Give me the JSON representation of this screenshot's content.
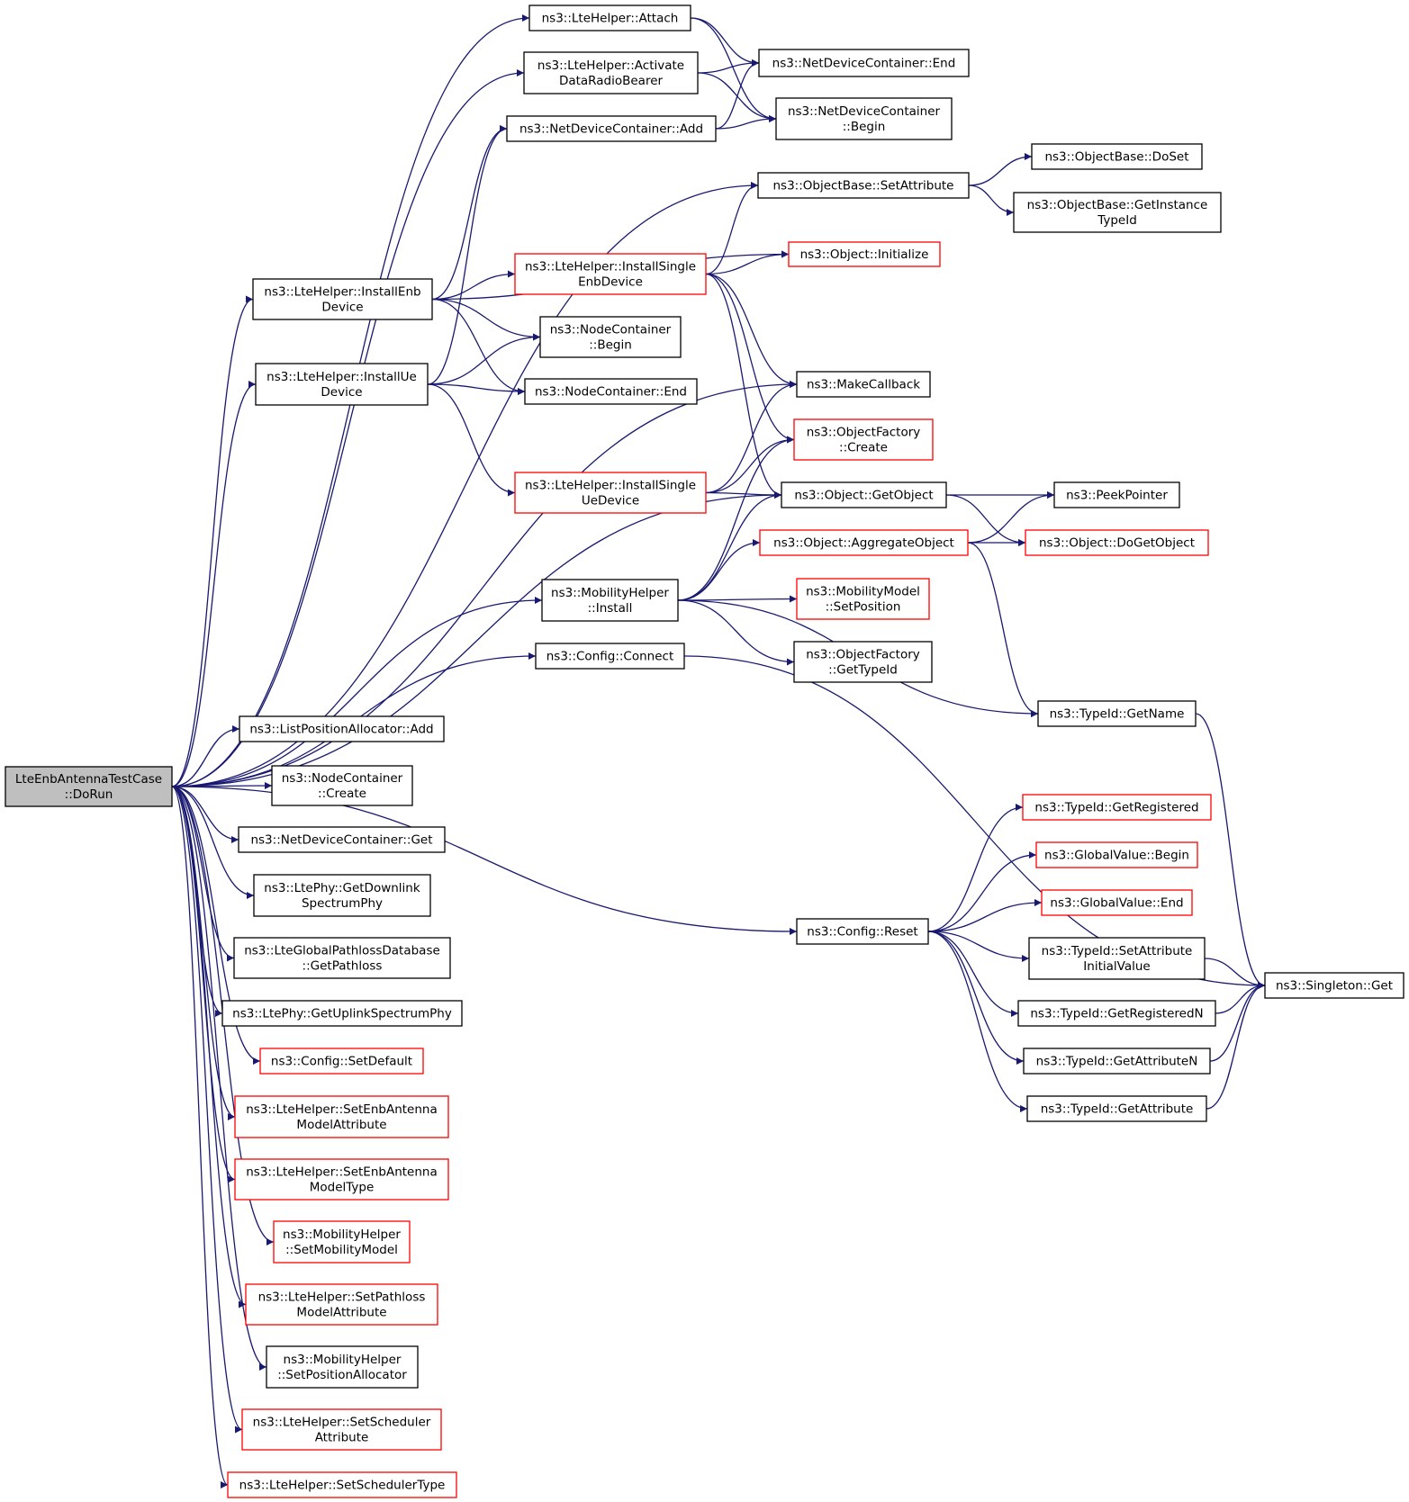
{
  "graph": {
    "root": "LteEnbAntennaTestCase::DoRun",
    "colors": {
      "edge": "#191970",
      "root_fill": "#bfbfbf",
      "node_border": "#000000",
      "truncated_border": "#ff0000"
    },
    "nodes": [
      {
        "id": "root",
        "lines": [
          "LteEnbAntennaTestCase",
          "::DoRun"
        ],
        "status": "root"
      },
      {
        "id": "attach",
        "lines": [
          "ns3::LteHelper::Attach"
        ],
        "status": "normal"
      },
      {
        "id": "activate",
        "lines": [
          "ns3::LteHelper::Activate",
          "DataRadioBearer"
        ],
        "status": "normal"
      },
      {
        "id": "ndcadd",
        "lines": [
          "ns3::NetDeviceContainer::Add"
        ],
        "status": "normal"
      },
      {
        "id": "ndcend",
        "lines": [
          "ns3::NetDeviceContainer::End"
        ],
        "status": "normal"
      },
      {
        "id": "ndcbegin",
        "lines": [
          "ns3::NetDeviceContainer",
          "::Begin"
        ],
        "status": "normal"
      },
      {
        "id": "setattr",
        "lines": [
          "ns3::ObjectBase::SetAttribute"
        ],
        "status": "normal"
      },
      {
        "id": "doset",
        "lines": [
          "ns3::ObjectBase::DoSet"
        ],
        "status": "normal"
      },
      {
        "id": "getinst",
        "lines": [
          "ns3::ObjectBase::GetInstance",
          "TypeId"
        ],
        "status": "normal"
      },
      {
        "id": "instenb",
        "lines": [
          "ns3::LteHelper::InstallEnb",
          "Device"
        ],
        "status": "normal"
      },
      {
        "id": "instsenb",
        "lines": [
          "ns3::LteHelper::InstallSingle",
          "EnbDevice"
        ],
        "status": "truncated"
      },
      {
        "id": "init",
        "lines": [
          "ns3::Object::Initialize"
        ],
        "status": "truncated"
      },
      {
        "id": "ncbegin",
        "lines": [
          "ns3::NodeContainer",
          "::Begin"
        ],
        "status": "normal"
      },
      {
        "id": "instue",
        "lines": [
          "ns3::LteHelper::InstallUe",
          "Device"
        ],
        "status": "normal"
      },
      {
        "id": "ncend",
        "lines": [
          "ns3::NodeContainer::End"
        ],
        "status": "normal"
      },
      {
        "id": "makecb",
        "lines": [
          "ns3::MakeCallback"
        ],
        "status": "normal"
      },
      {
        "id": "ofcreate",
        "lines": [
          "ns3::ObjectFactory",
          "::Create"
        ],
        "status": "truncated"
      },
      {
        "id": "instsue",
        "lines": [
          "ns3::LteHelper::InstallSingle",
          "UeDevice"
        ],
        "status": "truncated"
      },
      {
        "id": "getobj",
        "lines": [
          "ns3::Object::GetObject"
        ],
        "status": "normal"
      },
      {
        "id": "peek",
        "lines": [
          "ns3::PeekPointer"
        ],
        "status": "normal"
      },
      {
        "id": "aggr",
        "lines": [
          "ns3::Object::AggregateObject"
        ],
        "status": "truncated"
      },
      {
        "id": "dogetobj",
        "lines": [
          "ns3::Object::DoGetObject"
        ],
        "status": "truncated"
      },
      {
        "id": "mhinstall",
        "lines": [
          "ns3::MobilityHelper",
          "::Install"
        ],
        "status": "normal"
      },
      {
        "id": "mmsetpos",
        "lines": [
          "ns3::MobilityModel",
          "::SetPosition"
        ],
        "status": "truncated"
      },
      {
        "id": "ofgettid",
        "lines": [
          "ns3::ObjectFactory",
          "::GetTypeId"
        ],
        "status": "normal"
      },
      {
        "id": "cfgconn",
        "lines": [
          "ns3::Config::Connect"
        ],
        "status": "normal"
      },
      {
        "id": "tidgetname",
        "lines": [
          "ns3::TypeId::GetName"
        ],
        "status": "normal"
      },
      {
        "id": "lpaadd",
        "lines": [
          "ns3::ListPositionAllocator::Add"
        ],
        "status": "normal"
      },
      {
        "id": "nccreate",
        "lines": [
          "ns3::NodeContainer",
          "::Create"
        ],
        "status": "normal"
      },
      {
        "id": "ndcget",
        "lines": [
          "ns3::NetDeviceContainer::Get"
        ],
        "status": "normal"
      },
      {
        "id": "getdl",
        "lines": [
          "ns3::LtePhy::GetDownlink",
          "SpectrumPhy"
        ],
        "status": "normal"
      },
      {
        "id": "getpl",
        "lines": [
          "ns3::LteGlobalPathlossDatabase",
          "::GetPathloss"
        ],
        "status": "normal"
      },
      {
        "id": "getul",
        "lines": [
          "ns3::LtePhy::GetUplinkSpectrumPhy"
        ],
        "status": "normal"
      },
      {
        "id": "cfgsetdef",
        "lines": [
          "ns3::Config::SetDefault"
        ],
        "status": "truncated"
      },
      {
        "id": "setenbama",
        "lines": [
          "ns3::LteHelper::SetEnbAntenna",
          "ModelAttribute"
        ],
        "status": "truncated"
      },
      {
        "id": "setenbamt",
        "lines": [
          "ns3::LteHelper::SetEnbAntenna",
          "ModelType"
        ],
        "status": "truncated"
      },
      {
        "id": "setmob",
        "lines": [
          "ns3::MobilityHelper",
          "::SetMobilityModel"
        ],
        "status": "truncated"
      },
      {
        "id": "setpl",
        "lines": [
          "ns3::LteHelper::SetPathloss",
          "ModelAttribute"
        ],
        "status": "truncated"
      },
      {
        "id": "setposalloc",
        "lines": [
          "ns3::MobilityHelper",
          "::SetPositionAllocator"
        ],
        "status": "normal"
      },
      {
        "id": "setschedattr",
        "lines": [
          "ns3::LteHelper::SetScheduler",
          "Attribute"
        ],
        "status": "truncated"
      },
      {
        "id": "setschedtype",
        "lines": [
          "ns3::LteHelper::SetSchedulerType"
        ],
        "status": "truncated"
      },
      {
        "id": "cfgreset",
        "lines": [
          "ns3::Config::Reset"
        ],
        "status": "normal"
      },
      {
        "id": "tidgetreg",
        "lines": [
          "ns3::TypeId::GetRegistered"
        ],
        "status": "truncated"
      },
      {
        "id": "gvbegin",
        "lines": [
          "ns3::GlobalValue::Begin"
        ],
        "status": "truncated"
      },
      {
        "id": "gvend",
        "lines": [
          "ns3::GlobalValue::End"
        ],
        "status": "truncated"
      },
      {
        "id": "tidsetattr",
        "lines": [
          "ns3::TypeId::SetAttribute",
          "InitialValue"
        ],
        "status": "normal"
      },
      {
        "id": "tidgetregn",
        "lines": [
          "ns3::TypeId::GetRegisteredN"
        ],
        "status": "normal"
      },
      {
        "id": "tidgetattrn",
        "lines": [
          "ns3::TypeId::GetAttributeN"
        ],
        "status": "normal"
      },
      {
        "id": "tidgetattr",
        "lines": [
          "ns3::TypeId::GetAttribute"
        ],
        "status": "normal"
      },
      {
        "id": "singleton",
        "lines": [
          "ns3::Singleton::Get"
        ],
        "status": "normal"
      }
    ],
    "edges": [
      [
        "root",
        "attach"
      ],
      [
        "root",
        "activate"
      ],
      [
        "root",
        "setattr"
      ],
      [
        "root",
        "instenb"
      ],
      [
        "root",
        "instue"
      ],
      [
        "root",
        "makecb"
      ],
      [
        "root",
        "getobj"
      ],
      [
        "root",
        "mhinstall"
      ],
      [
        "root",
        "cfgconn"
      ],
      [
        "root",
        "cfgreset"
      ],
      [
        "root",
        "lpaadd"
      ],
      [
        "root",
        "nccreate"
      ],
      [
        "root",
        "ndcget"
      ],
      [
        "root",
        "getdl"
      ],
      [
        "root",
        "getpl"
      ],
      [
        "root",
        "getul"
      ],
      [
        "root",
        "cfgsetdef"
      ],
      [
        "root",
        "setenbama"
      ],
      [
        "root",
        "setenbamt"
      ],
      [
        "root",
        "setmob"
      ],
      [
        "root",
        "setpl"
      ],
      [
        "root",
        "setposalloc"
      ],
      [
        "root",
        "setschedattr"
      ],
      [
        "root",
        "setschedtype"
      ],
      [
        "attach",
        "ndcend"
      ],
      [
        "attach",
        "ndcbegin"
      ],
      [
        "activate",
        "ndcend"
      ],
      [
        "activate",
        "ndcbegin"
      ],
      [
        "ndcadd",
        "ndcend"
      ],
      [
        "ndcadd",
        "ndcbegin"
      ],
      [
        "setattr",
        "doset"
      ],
      [
        "setattr",
        "getinst"
      ],
      [
        "instenb",
        "ndcadd"
      ],
      [
        "instenb",
        "instsenb"
      ],
      [
        "instenb",
        "init"
      ],
      [
        "instenb",
        "ncbegin"
      ],
      [
        "instenb",
        "ncend"
      ],
      [
        "instsenb",
        "init"
      ],
      [
        "instsenb",
        "setattr"
      ],
      [
        "instsenb",
        "makecb"
      ],
      [
        "instsenb",
        "ofcreate"
      ],
      [
        "instsenb",
        "getobj"
      ],
      [
        "instue",
        "ndcadd"
      ],
      [
        "instue",
        "ncbegin"
      ],
      [
        "instue",
        "ncend"
      ],
      [
        "instue",
        "instsue"
      ],
      [
        "instsue",
        "makecb"
      ],
      [
        "instsue",
        "ofcreate"
      ],
      [
        "instsue",
        "getobj"
      ],
      [
        "getobj",
        "peek"
      ],
      [
        "getobj",
        "dogetobj"
      ],
      [
        "aggr",
        "peek"
      ],
      [
        "aggr",
        "dogetobj"
      ],
      [
        "aggr",
        "tidgetname"
      ],
      [
        "mhinstall",
        "ofcreate"
      ],
      [
        "mhinstall",
        "getobj"
      ],
      [
        "mhinstall",
        "aggr"
      ],
      [
        "mhinstall",
        "mmsetpos"
      ],
      [
        "mhinstall",
        "ofgettid"
      ],
      [
        "mhinstall",
        "tidgetname"
      ],
      [
        "cfgconn",
        "singleton"
      ],
      [
        "tidgetname",
        "singleton"
      ],
      [
        "cfgreset",
        "tidgetreg"
      ],
      [
        "cfgreset",
        "gvbegin"
      ],
      [
        "cfgreset",
        "gvend"
      ],
      [
        "cfgreset",
        "tidsetattr"
      ],
      [
        "cfgreset",
        "tidgetregn"
      ],
      [
        "cfgreset",
        "tidgetattrn"
      ],
      [
        "cfgreset",
        "tidgetattr"
      ],
      [
        "tidsetattr",
        "singleton"
      ],
      [
        "tidgetregn",
        "singleton"
      ],
      [
        "tidgetattrn",
        "singleton"
      ],
      [
        "tidgetattr",
        "singleton"
      ]
    ]
  }
}
